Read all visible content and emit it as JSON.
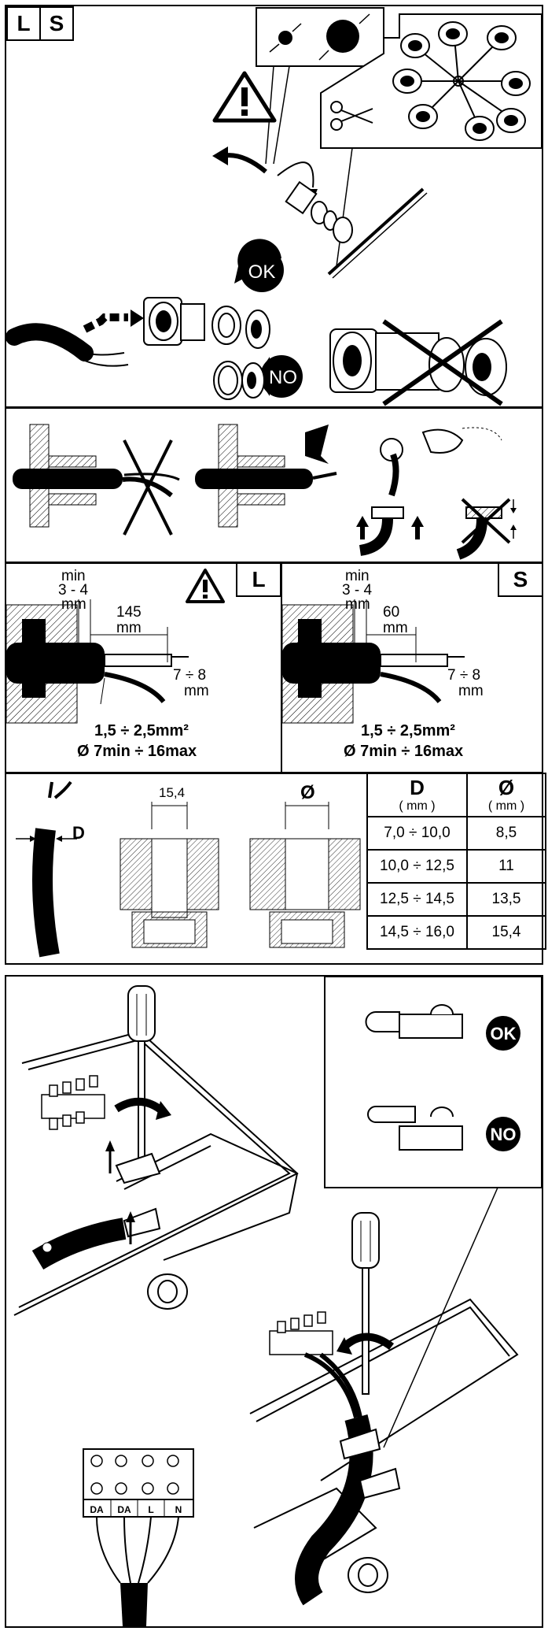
{
  "panel_a": {
    "tag_l": "L",
    "tag_s": "S",
    "ok_badge": "OK",
    "no_badge": "NO"
  },
  "panel_c": {
    "left": {
      "min_label": "min",
      "min_value": "3 - 4",
      "min_unit": "mm",
      "strip_length": "145",
      "strip_unit": "mm",
      "wire_strip": "7 ÷ 8",
      "wire_unit": "mm",
      "section": "1,5 ÷ 2,5mm²",
      "diameter": "Ø 7min ÷ 16max",
      "tag": "L"
    },
    "right": {
      "min_label": "min",
      "min_value": "3 - 4",
      "min_unit": "mm",
      "strip_length": "60",
      "strip_unit": "mm",
      "wire_strip": "7 ÷ 8",
      "wire_unit": "mm",
      "section": "1,5 ÷ 2,5mm²",
      "diameter": "Ø 7min ÷ 16max",
      "tag": "S"
    }
  },
  "panel_d": {
    "cable_label": "D",
    "gland_width": "15,4",
    "gland_diameter": "Ø",
    "table": {
      "headers": [
        {
          "main": "D",
          "unit": "( mm )"
        },
        {
          "main": "Ø",
          "unit": "( mm )"
        }
      ],
      "rows": [
        [
          "7,0 ÷ 10,0",
          "8,5"
        ],
        [
          "10,0 ÷ 12,5",
          "11"
        ],
        [
          "12,5 ÷ 14,5",
          "13,5"
        ],
        [
          "14,5 ÷ 16,0",
          "15,4"
        ]
      ]
    }
  },
  "panel_e": {
    "ok_badge": "OK",
    "no_badge": "NO",
    "terminals": [
      "DA",
      "DA",
      "L",
      "N"
    ]
  }
}
